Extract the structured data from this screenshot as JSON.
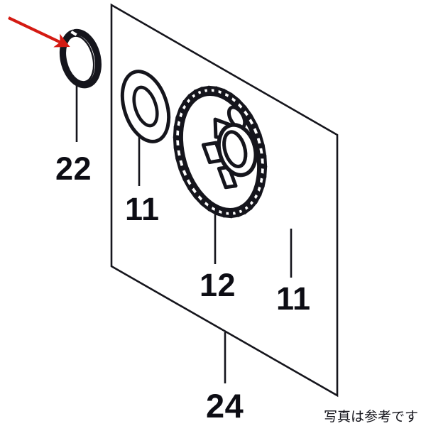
{
  "diagram": {
    "type": "exploded-parts-diagram",
    "background_color": "#ffffff",
    "line_color": "#15151c",
    "highlight_arrow_color": "#d41a12",
    "plate": {
      "part_number": "24",
      "shape": "parallelogram",
      "description": "mounting plate / cover"
    },
    "parts": [
      {
        "id": "part-22",
        "number": "22",
        "kind": "snap-ring",
        "highlighted": true,
        "callout_label": "22"
      },
      {
        "id": "part-11-left",
        "number": "11",
        "kind": "washer",
        "highlighted": false,
        "callout_label": "11"
      },
      {
        "id": "part-12",
        "number": "12",
        "kind": "gear",
        "highlighted": false,
        "callout_label": "12"
      },
      {
        "id": "part-11-right",
        "number": "11",
        "kind": "washer",
        "highlighted": false,
        "callout_label": "11"
      },
      {
        "id": "part-24",
        "number": "24",
        "kind": "plate",
        "highlighted": false,
        "callout_label": "24"
      }
    ],
    "callouts": {
      "c22": "22",
      "c11_left": "11",
      "c12": "12",
      "c11_right": "11",
      "c24": "24"
    },
    "notes": {
      "reference_text": "写真は参考です"
    }
  }
}
